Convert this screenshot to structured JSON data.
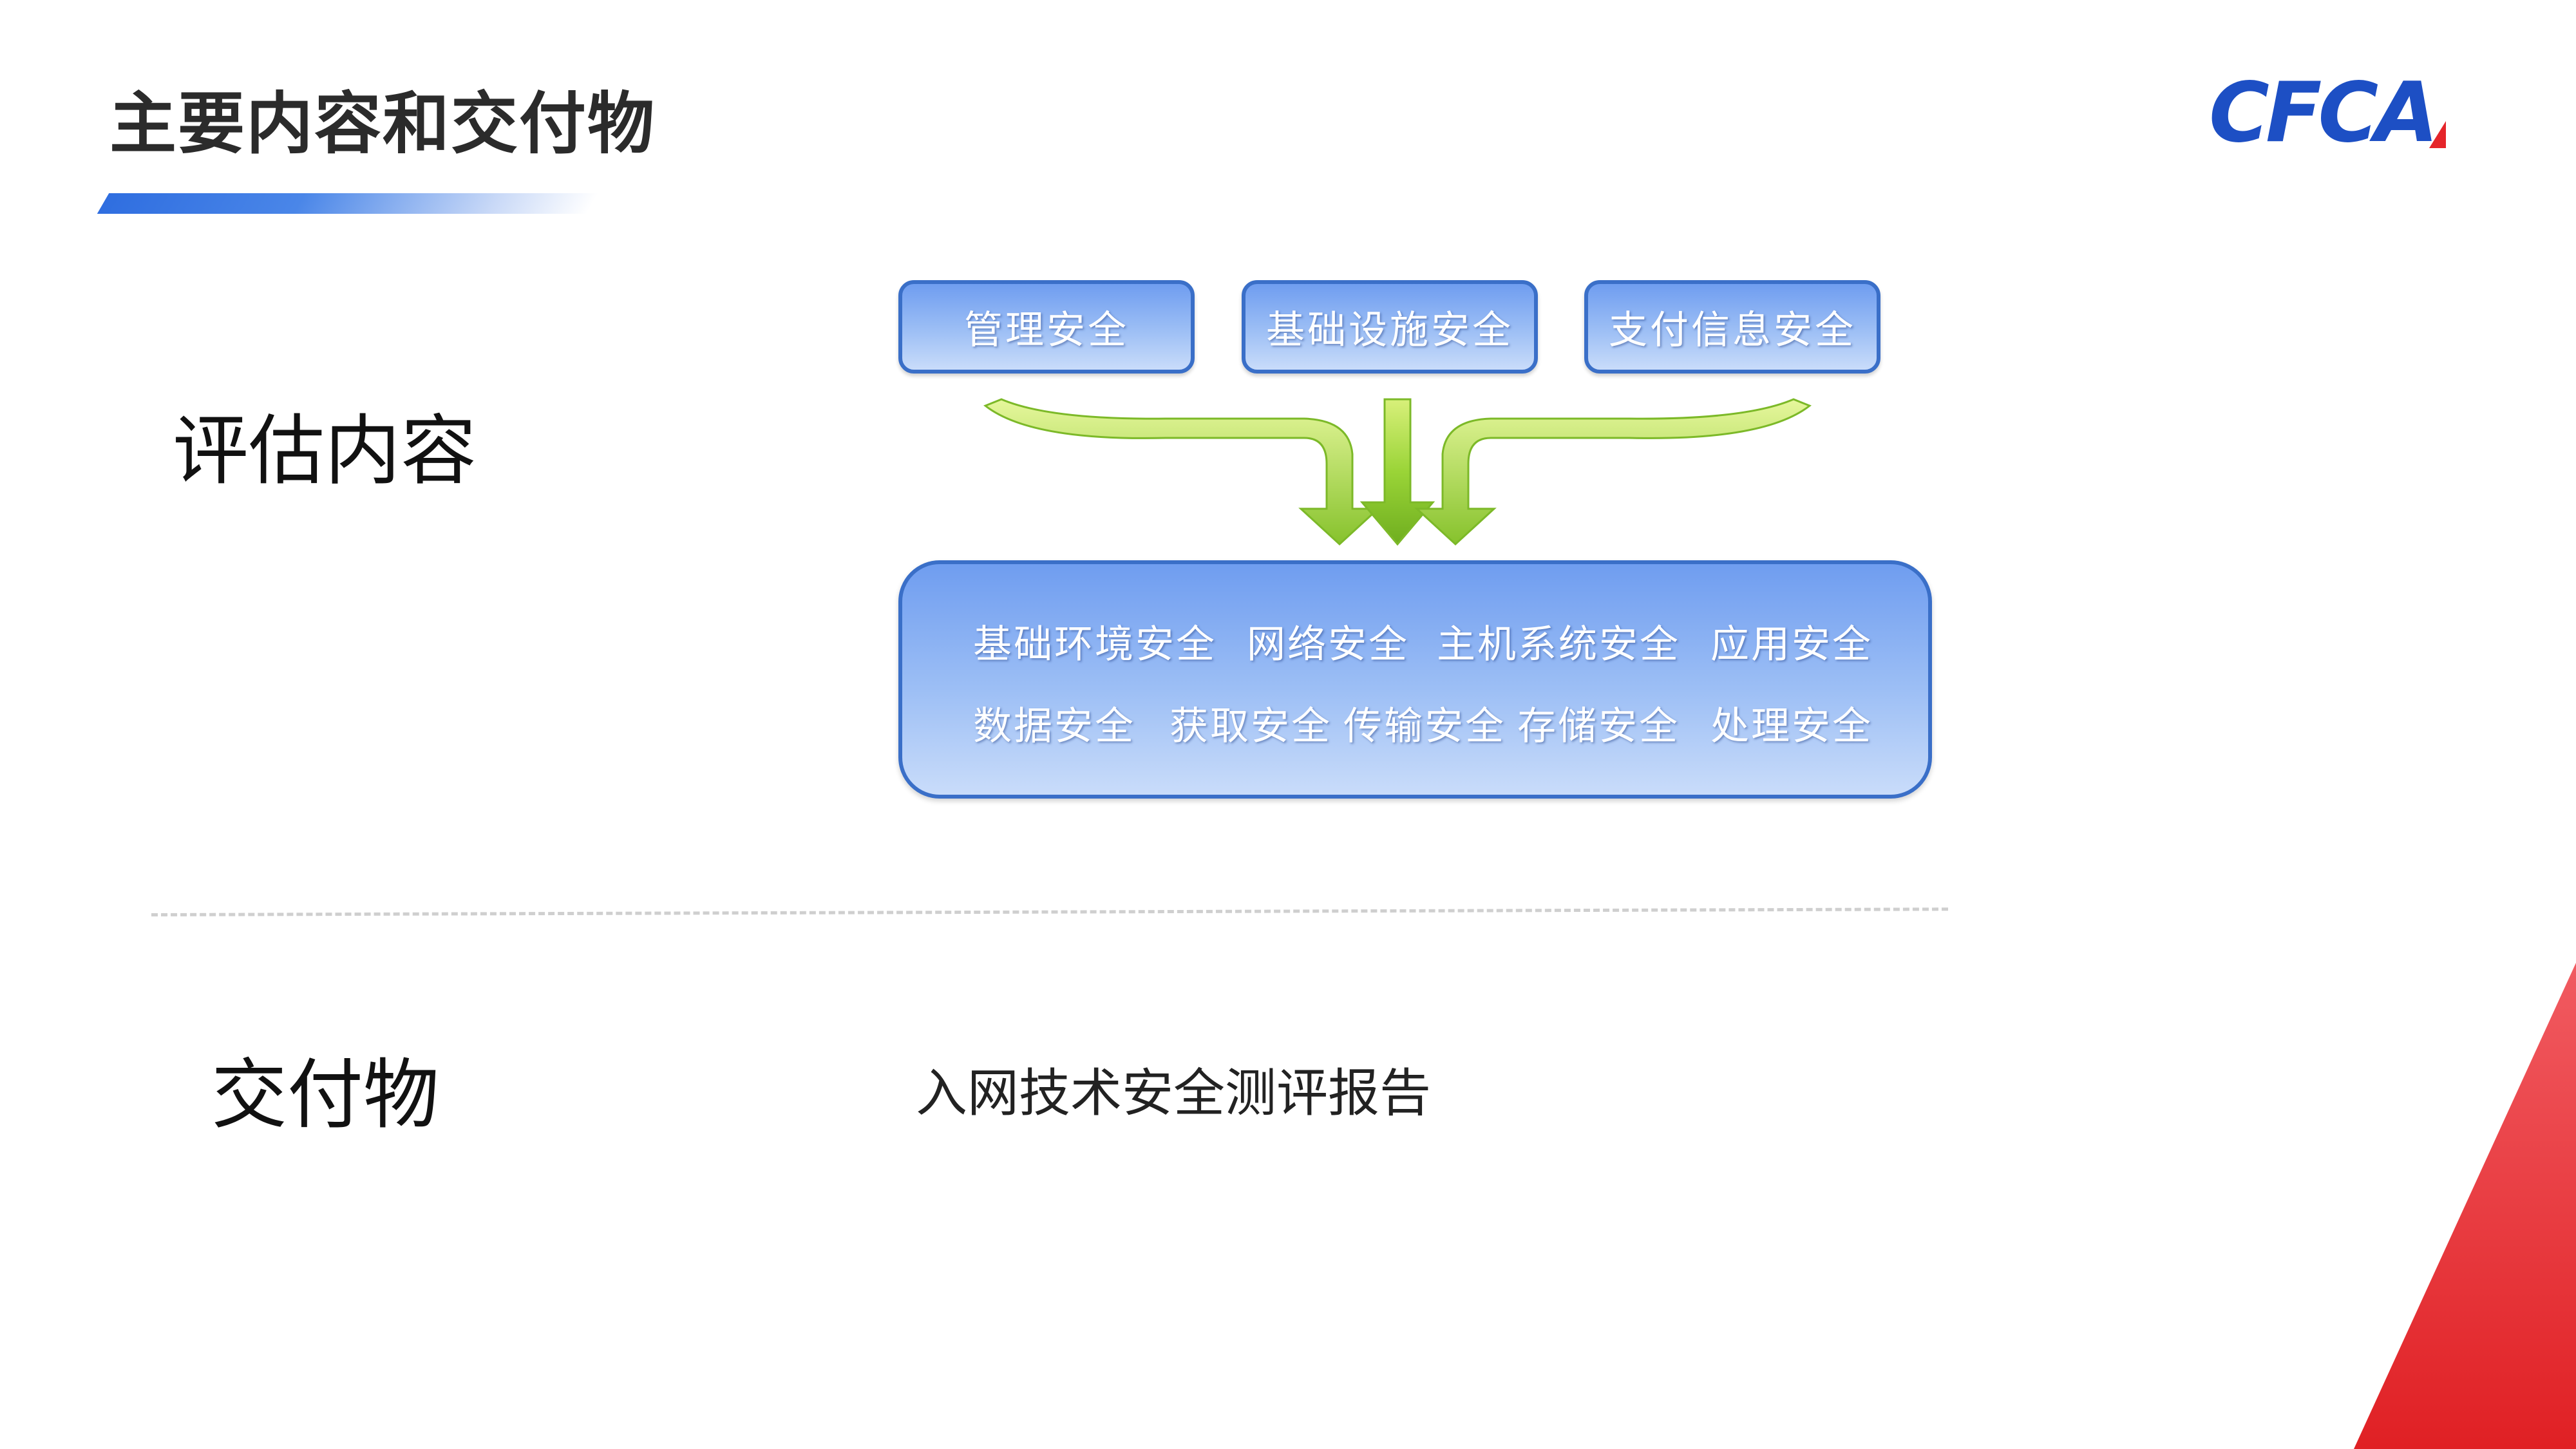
{
  "header": {
    "title": "主要内容和交付物",
    "logo_text": "CFCA"
  },
  "evaluation": {
    "label": "评估内容",
    "top_boxes": [
      "管理安全",
      "基础设施安全",
      "支付信息安全"
    ],
    "main_items_row1": [
      "基础环境安全",
      "网络安全",
      "主机系统安全",
      "应用安全"
    ],
    "main_items_row2": [
      "数据安全",
      "获取安全",
      "传输安全",
      "存储安全",
      "处理安全"
    ]
  },
  "deliverables": {
    "label": "交付物",
    "text": "入网技术安全测评报告"
  },
  "colors": {
    "brand_blue": "#1d4fc4",
    "brand_red": "#e5252a",
    "box_border": "#3a6fc8",
    "arrow_green": "#8cc832"
  }
}
